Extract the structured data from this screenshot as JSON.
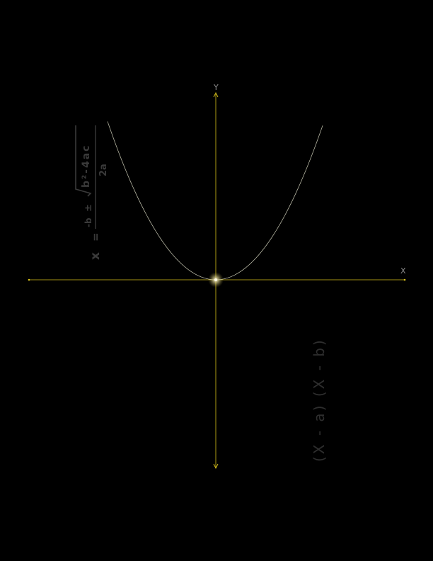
{
  "diagram": {
    "x_axis_label": "X",
    "y_axis_label": "Y",
    "curve": {
      "type": "parabola",
      "vertex": [
        0,
        0
      ],
      "color": "#c9c9b4"
    },
    "axis_color": "#d9c21a",
    "vertex_glow_color": "#f6f2c8",
    "formula": {
      "lhs": "x",
      "equals": "=",
      "minus_b": "-b",
      "plus_minus": "±",
      "radicand": "b²-4ac",
      "denominator": "2a",
      "color": "#3a3a3a"
    },
    "factored_form": "(X - a) (X - b)",
    "background": "#000000"
  }
}
